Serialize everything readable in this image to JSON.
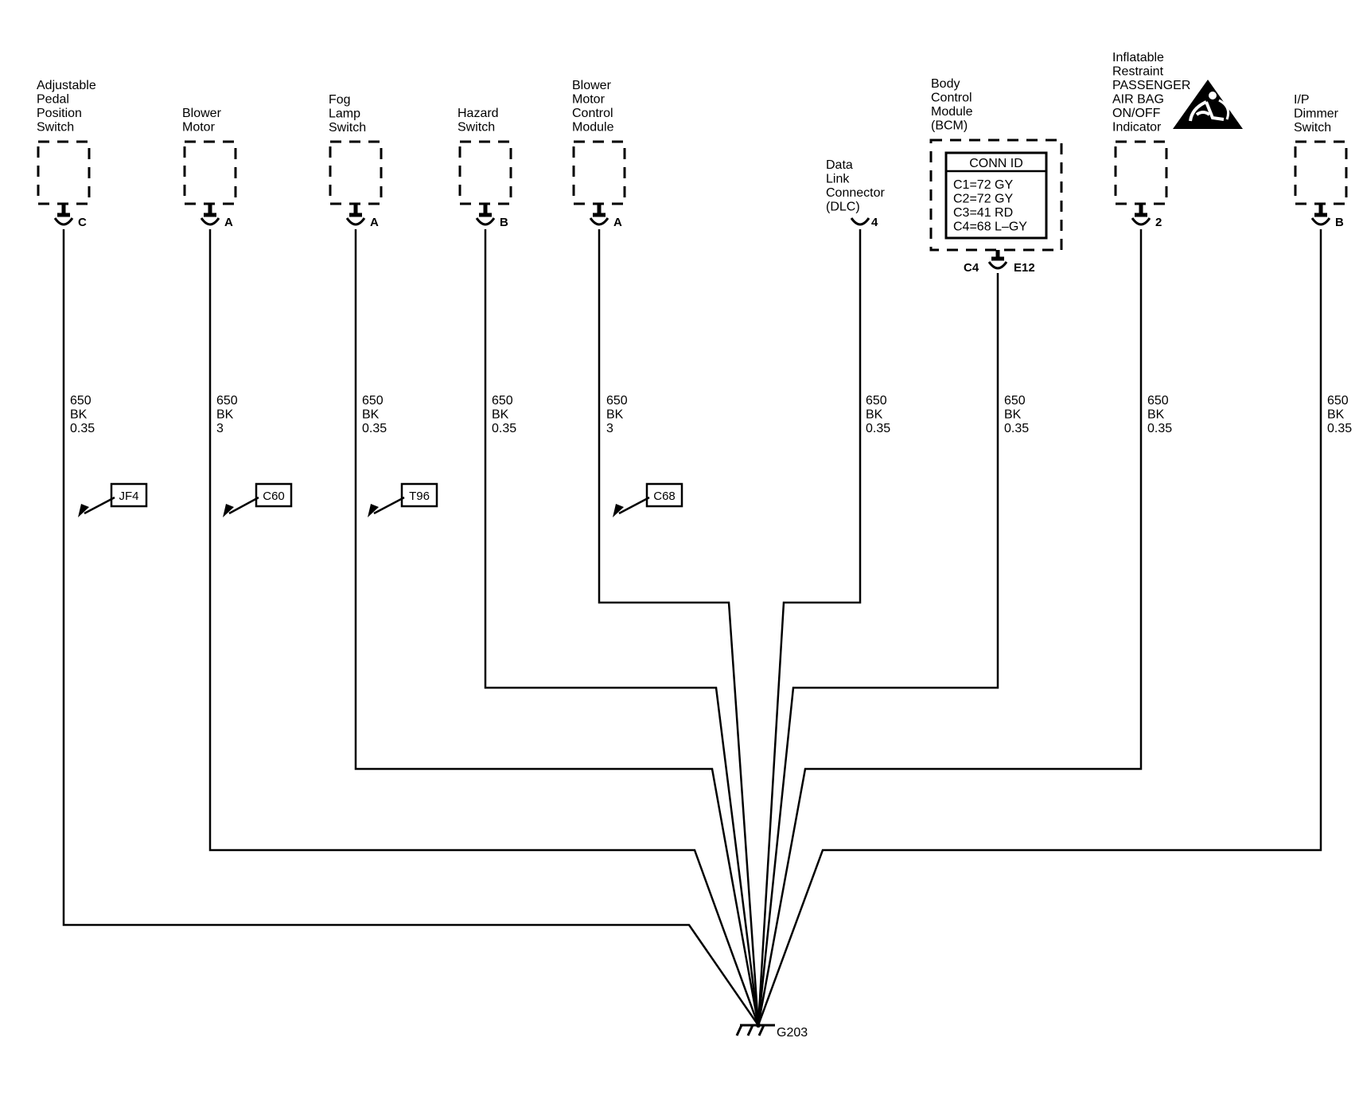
{
  "components": [
    {
      "id": "adj-pedal",
      "lines": [
        "Adjustable",
        "Pedal",
        "Position",
        "Switch"
      ],
      "pin": "C",
      "wire": [
        "650",
        "BK",
        "0.35"
      ],
      "option": "JF4"
    },
    {
      "id": "blower-motor",
      "lines": [
        "Blower",
        "Motor"
      ],
      "pin": "A",
      "wire": [
        "650",
        "BK",
        "3"
      ],
      "option": "C60"
    },
    {
      "id": "fog-lamp",
      "lines": [
        "Fog",
        "Lamp",
        "Switch"
      ],
      "pin": "A",
      "wire": [
        "650",
        "BK",
        "0.35"
      ],
      "option": "T96"
    },
    {
      "id": "hazard",
      "lines": [
        "Hazard",
        "Switch"
      ],
      "pin": "B",
      "wire": [
        "650",
        "BK",
        "0.35"
      ],
      "option": ""
    },
    {
      "id": "blower-control",
      "lines": [
        "Blower",
        "Motor",
        "Control",
        "Module"
      ],
      "pin": "A",
      "wire": [
        "650",
        "BK",
        "3"
      ],
      "option": "C68"
    },
    {
      "id": "dlc",
      "lines": [
        "Data",
        "Link",
        "Connector",
        "(DLC)"
      ],
      "pin": "4",
      "wire": [
        "650",
        "BK",
        "0.35"
      ],
      "option": ""
    },
    {
      "id": "bcm",
      "lines": [
        "Body",
        "Control",
        "Module",
        "(BCM)"
      ],
      "pin": "E12",
      "connector": "C4",
      "wire": [
        "650",
        "BK",
        "0.35"
      ],
      "option": ""
    },
    {
      "id": "airbag",
      "lines": [
        "Inflatable",
        "Restraint",
        "PASSENGER",
        "AIR BAG",
        "ON/OFF",
        "Indicator"
      ],
      "pin": "2",
      "wire": [
        "650",
        "BK",
        "0.35"
      ],
      "option": ""
    },
    {
      "id": "ip-dimmer",
      "lines": [
        "I/P",
        "Dimmer",
        "Switch"
      ],
      "pin": "B",
      "wire": [
        "650",
        "BK",
        "0.35"
      ],
      "option": ""
    }
  ],
  "bcm_conn_table": {
    "title": "CONN ID",
    "rows": [
      "C1=72 GY",
      "C2=72 GY",
      "C3=41 RD",
      "C4=68 L–GY"
    ]
  },
  "ground": "G203",
  "icons": {
    "airbag_warning": "airbag-warning-icon",
    "ground": "ground-symbol-icon"
  }
}
